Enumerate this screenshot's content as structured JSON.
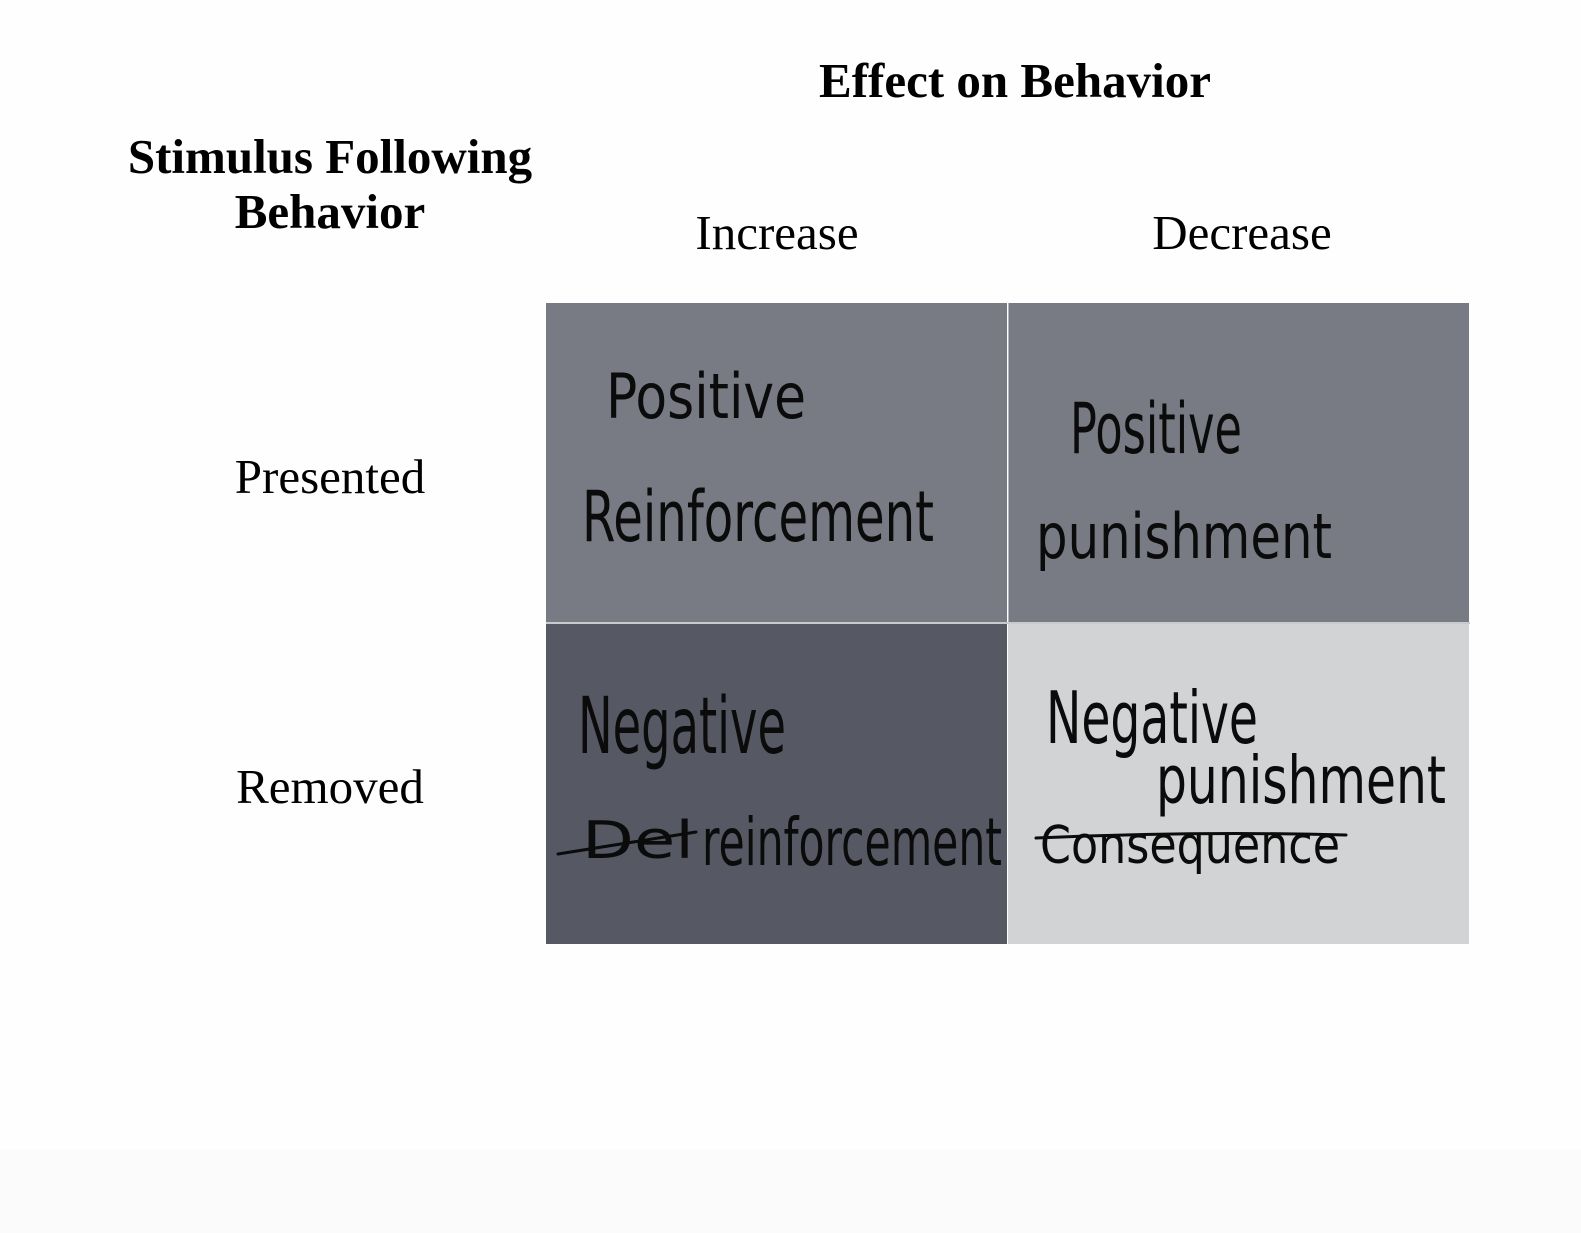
{
  "headers": {
    "column_group": "Effect on Behavior",
    "row_group_line1": "Stimulus Following",
    "row_group_line2": "Behavior",
    "columns": [
      "Increase",
      "Decrease"
    ],
    "rows": [
      "Presented",
      "Removed"
    ]
  },
  "cells": {
    "presented_increase": {
      "line1": "Positive",
      "line2": "Reinforcement",
      "fill": "#787b84"
    },
    "presented_decrease": {
      "line1": "Positive",
      "line2": "punishment",
      "fill": "#787b84"
    },
    "removed_increase": {
      "line1": "Negative",
      "crossed_out": "Del",
      "line2": "reinforcement",
      "fill": "#565964"
    },
    "removed_decrease": {
      "line1": "Negative",
      "line2": "punishment",
      "crossed_out": "Consequence",
      "fill": "#d2d3d5"
    }
  },
  "colors": {
    "background": "#fefefe",
    "ink": "#0b0b0b",
    "text": "#000000"
  }
}
